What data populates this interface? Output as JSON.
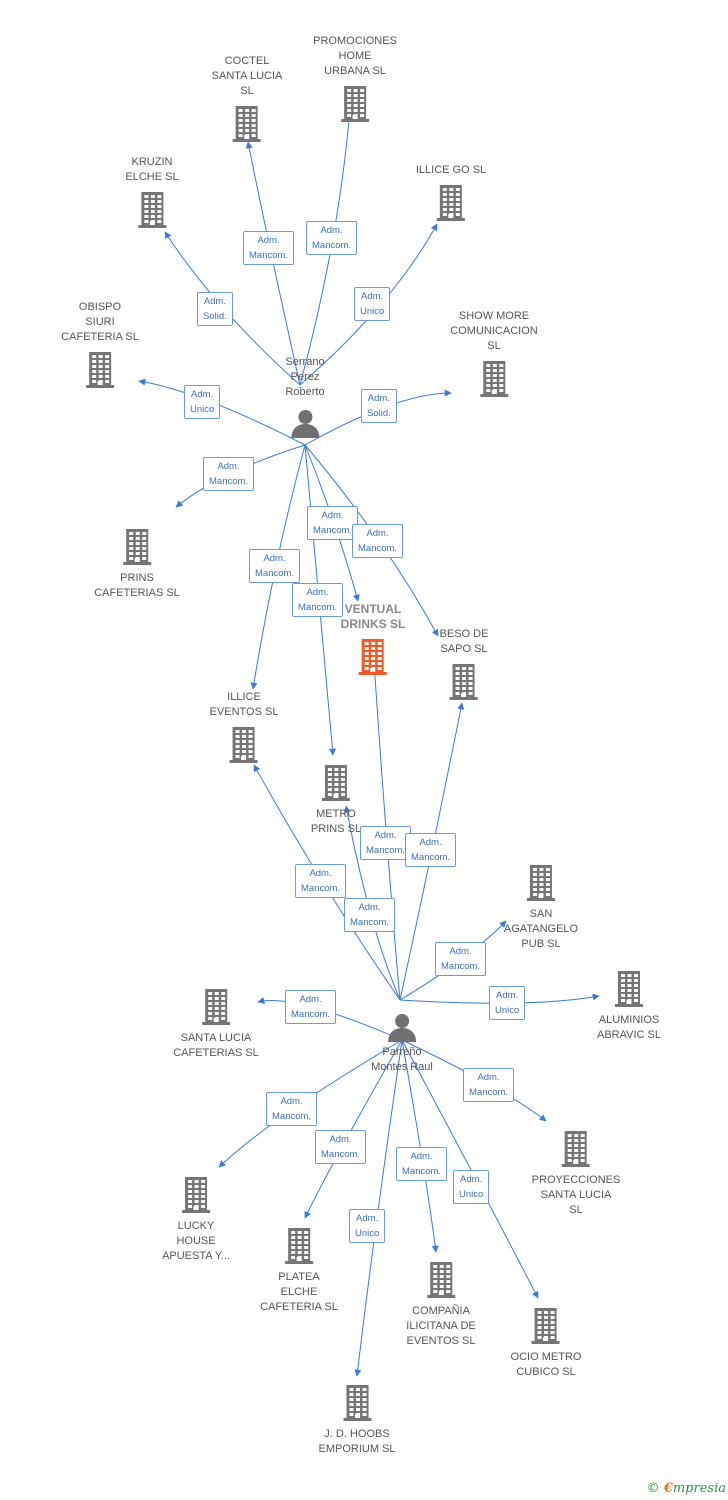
{
  "colors": {
    "edge": "#3a7ad8",
    "building": "#757575",
    "main_building": "#f05a28",
    "label_border": "#6b9ad8"
  },
  "persons": [
    {
      "id": "serrano",
      "name": "Serrano\nPerez\nRoberto",
      "icon": "person-icon"
    },
    {
      "id": "parreno",
      "name": "Parreño\nMontes Raul",
      "icon": "person-icon"
    }
  ],
  "companies": [
    {
      "id": "ventual",
      "name": "VENTUAL\nDRINKS  SL",
      "main": true,
      "icon": "building-icon"
    },
    {
      "id": "coctel",
      "name": "COCTEL\nSANTA LUCIA\nSL",
      "icon": "building-icon"
    },
    {
      "id": "promociones",
      "name": "PROMOCIONES\nHOME\nURBANA  SL",
      "icon": "building-icon"
    },
    {
      "id": "kruzin",
      "name": "KRUZIN\nELCHE  SL",
      "icon": "building-icon"
    },
    {
      "id": "illicego",
      "name": "ILLICE GO  SL",
      "icon": "building-icon"
    },
    {
      "id": "obispo",
      "name": "OBISPO\nSIURI\nCAFETERIA  SL",
      "icon": "building-icon"
    },
    {
      "id": "showmore",
      "name": "SHOW MORE\nCOMUNICACION\nSL",
      "icon": "building-icon"
    },
    {
      "id": "prins",
      "name": "PRINS\nCAFETERIAS SL",
      "icon": "building-icon"
    },
    {
      "id": "besodesapo",
      "name": "BESO DE\nSAPO  SL",
      "icon": "building-icon"
    },
    {
      "id": "illiceeventos",
      "name": "ILLICE\nEVENTOS  SL",
      "icon": "building-icon"
    },
    {
      "id": "metroprins",
      "name": "METRO\nPRINS  SL",
      "icon": "building-icon"
    },
    {
      "id": "sanagatangelo",
      "name": "SAN\nAGATANGELO\nPUB  SL",
      "icon": "building-icon"
    },
    {
      "id": "aluminios",
      "name": "ALUMINIOS\nABRAVIC SL",
      "icon": "building-icon"
    },
    {
      "id": "santaluciacaf",
      "name": "SANTA LUCIA\nCAFETERIAS  SL",
      "icon": "building-icon"
    },
    {
      "id": "proyecciones",
      "name": "PROYECCIONES\nSANTA LUCIA\nSL",
      "icon": "building-icon"
    },
    {
      "id": "lucky",
      "name": "LUCKY\nHOUSE\nAPUESTA Y...",
      "icon": "building-icon"
    },
    {
      "id": "platea",
      "name": "PLATEA\nELCHE\nCAFETERIA  SL",
      "icon": "building-icon"
    },
    {
      "id": "compania",
      "name": "COMPAÑIA\nILICITANA DE\nEVENTOS  SL",
      "icon": "building-icon"
    },
    {
      "id": "ociometro",
      "name": "OCIO METRO\nCUBICO SL",
      "icon": "building-icon"
    },
    {
      "id": "jdhoobs",
      "name": "J.  D. HOOBS\nEMPORIUM SL",
      "icon": "building-icon"
    }
  ],
  "relations": [
    {
      "from": "serrano",
      "to": "coctel",
      "label": "Adm.\nMancom."
    },
    {
      "from": "serrano",
      "to": "promociones",
      "label": "Adm.\nMancom."
    },
    {
      "from": "serrano",
      "to": "kruzin",
      "label": "Adm.\nSolid."
    },
    {
      "from": "serrano",
      "to": "illicego",
      "label": "Adm.\nUnico"
    },
    {
      "from": "serrano",
      "to": "obispo",
      "label": "Adm.\nUnico"
    },
    {
      "from": "serrano",
      "to": "showmore",
      "label": "Adm.\nSolid."
    },
    {
      "from": "serrano",
      "to": "prins",
      "label": "Adm.\nMancom."
    },
    {
      "from": "serrano",
      "to": "ventual",
      "label": "Adm.\nMancom."
    },
    {
      "from": "serrano",
      "to": "besodesapo",
      "label": "Adm.\nMancom."
    },
    {
      "from": "serrano",
      "to": "illiceeventos",
      "label": "Adm.\nMancom."
    },
    {
      "from": "serrano",
      "to": "metroprins",
      "label": "Adm.\nMancom."
    },
    {
      "from": "parreno",
      "to": "ventual",
      "label": "Adm.\nMancom."
    },
    {
      "from": "parreno",
      "to": "besodesapo",
      "label": "Adm.\nMancom."
    },
    {
      "from": "parreno",
      "to": "illiceeventos",
      "label": "Adm.\nMancom."
    },
    {
      "from": "parreno",
      "to": "metroprins",
      "label": "Adm.\nMancom."
    },
    {
      "from": "parreno",
      "to": "sanagatangelo",
      "label": "Adm.\nMancom."
    },
    {
      "from": "parreno",
      "to": "aluminios",
      "label": "Adm.\nUnico"
    },
    {
      "from": "parreno",
      "to": "santaluciacaf",
      "label": "Adm.\nMancom."
    },
    {
      "from": "parreno",
      "to": "proyecciones",
      "label": "Adm.\nMancom."
    },
    {
      "from": "parreno",
      "to": "lucky",
      "label": "Adm.\nMancom."
    },
    {
      "from": "parreno",
      "to": "platea",
      "label": "Adm.\nMancom."
    },
    {
      "from": "parreno",
      "to": "compania",
      "label": "Adm.\nMancom."
    },
    {
      "from": "parreno",
      "to": "ociometro",
      "label": "Adm.\nUnico"
    },
    {
      "from": "parreno",
      "to": "jdhoobs",
      "label": "Adm.\nUnico"
    }
  ],
  "footer": {
    "copyright": "©",
    "brand_e": "€",
    "brand_rest": "mpresia"
  }
}
